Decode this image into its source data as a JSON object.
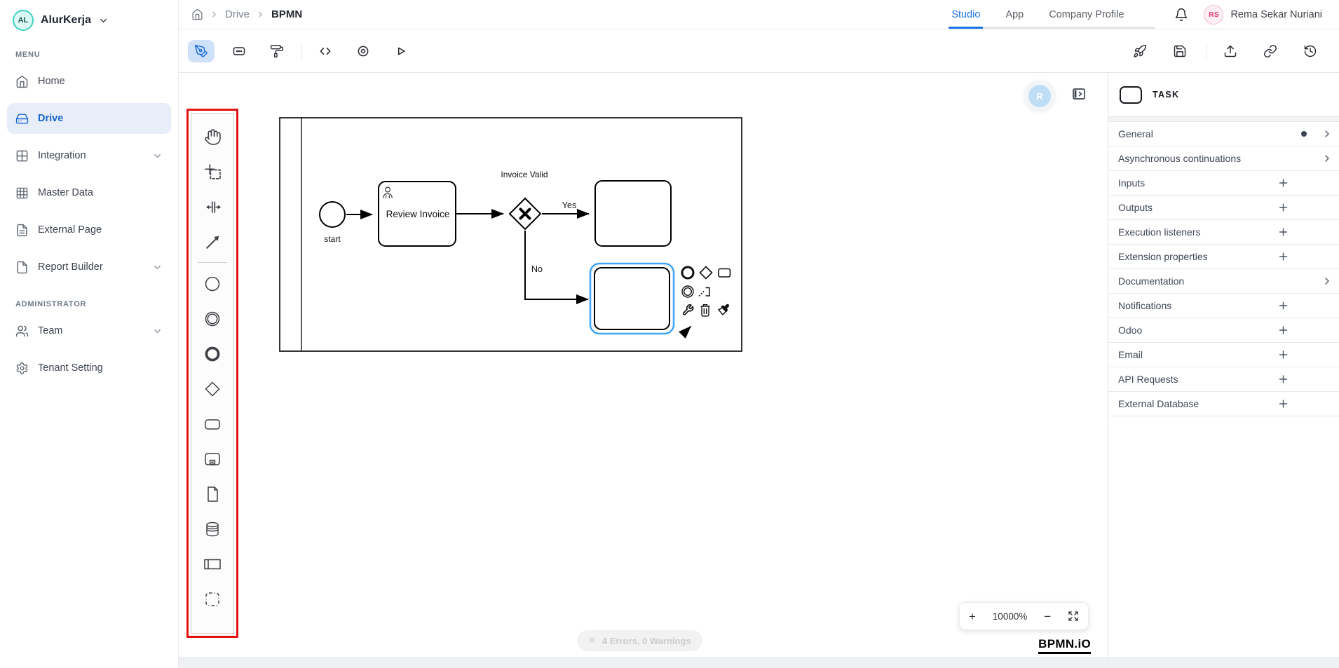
{
  "colors": {
    "accent_blue": "#1a73e8",
    "active_item_bg": "#e7eef9",
    "selection_blue": "#42a5f5",
    "highlight_red": "#e11414",
    "brand_teal": "#3ed3c4",
    "user_pink": "#e5447e"
  },
  "sidebar": {
    "brand": {
      "initials": "AL",
      "name": "AlurKerja"
    },
    "menu_label": "MENU",
    "items": [
      {
        "label": "Home",
        "icon": "home-icon"
      },
      {
        "label": "Drive",
        "icon": "drive-icon",
        "active": true
      },
      {
        "label": "Integration",
        "icon": "integration-grid-icon",
        "chevron": true
      },
      {
        "label": "Master Data",
        "icon": "master-data-table-icon"
      },
      {
        "label": "External Page",
        "icon": "external-page-icon"
      },
      {
        "label": "Report Builder",
        "icon": "report-builder-icon",
        "chevron": true
      }
    ],
    "admin_label": "ADMINISTRATOR",
    "admin_items": [
      {
        "label": "Team",
        "icon": "team-icon",
        "chevron": true
      },
      {
        "label": "Tenant Setting",
        "icon": "gear-icon"
      }
    ]
  },
  "header": {
    "breadcrumb": {
      "items": [
        "Drive",
        "BPMN"
      ]
    },
    "tabs": [
      {
        "label": "Studio",
        "active": true
      },
      {
        "label": "App",
        "active": false
      },
      {
        "label": "Company Profile",
        "active": false
      }
    ],
    "user": {
      "initials": "RS",
      "name": "Rema Sekar Nuriani"
    }
  },
  "toolbar": {
    "left_icons": [
      "design-pen-icon",
      "form-icon",
      "style-roller-icon",
      "code-icon",
      "preview-icon",
      "play-icon"
    ],
    "right_icons": [
      "deploy-rocket-icon",
      "save-icon",
      "export-icon",
      "link-icon",
      "history-icon"
    ]
  },
  "palette": {
    "tools": [
      "hand-tool-icon",
      "lasso-tool-icon",
      "space-tool-icon",
      "global-connect-icon"
    ],
    "elements": [
      "start-event-icon",
      "intermediate-event-icon",
      "end-event-icon",
      "gateway-icon",
      "task-icon",
      "subprocess-icon",
      "data-object-icon",
      "data-store-icon",
      "participant-icon",
      "group-icon"
    ]
  },
  "canvas": {
    "diagram": {
      "start_label": "start",
      "task1_label": "Review Invoice",
      "gateway_label": "Invoice Valid",
      "yes_label": "Yes",
      "no_label": "No"
    },
    "context_pad_icons": [
      "end-event-icon",
      "gateway-icon",
      "task-icon",
      "intermediate-event-icon",
      "text-annotation-icon",
      "wrench-icon",
      "trash-icon",
      "color-brush-icon",
      "connect-arrow-icon"
    ],
    "collaborator_badge": "R",
    "zoom_controls": {
      "zoom_in": "+",
      "value": "10000%",
      "zoom_out": "−"
    },
    "status_toast": {
      "close": "✕",
      "text": "4 Errors, 0 Warnings"
    },
    "watermark": "BPMN.iO"
  },
  "properties_panel": {
    "type_label": "TASK",
    "sections": [
      {
        "label": "General",
        "action": "chevron",
        "modified_dot": true
      },
      {
        "label": "Asynchronous continuations",
        "action": "chevron"
      },
      {
        "label": "Inputs",
        "action": "plus"
      },
      {
        "label": "Outputs",
        "action": "plus"
      },
      {
        "label": "Execution listeners",
        "action": "plus"
      },
      {
        "label": "Extension properties",
        "action": "plus"
      },
      {
        "label": "Documentation",
        "action": "chevron"
      },
      {
        "label": "Notifications",
        "action": "plus"
      },
      {
        "label": "Odoo",
        "action": "plus"
      },
      {
        "label": "Email",
        "action": "plus"
      },
      {
        "label": "API Requests",
        "action": "plus"
      },
      {
        "label": "External Database",
        "action": "plus"
      }
    ]
  }
}
